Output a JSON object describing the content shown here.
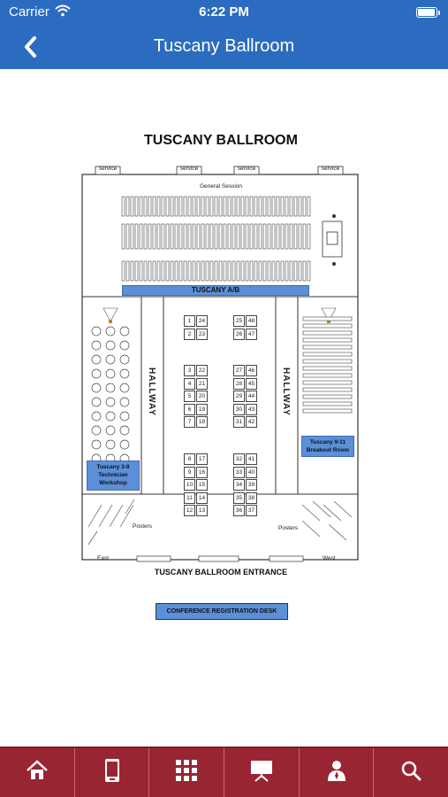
{
  "status_bar": {
    "carrier": "Carrier",
    "time": "6:22 PM"
  },
  "nav": {
    "title": "Tuscany Ballroom",
    "back_icon": "chevron-left-icon"
  },
  "floor_plan": {
    "title": "TUSCANY BALLROOM",
    "service_labels": [
      "service",
      "service",
      "service",
      "service"
    ],
    "general_session": "General Session",
    "tuscany_ab": "TUSCANY A/B",
    "hallway_left": "HALLWAY",
    "hallway_right": "HALLWAY",
    "tuscany_3_8": "Tuscany 3-8 Technician Workshop",
    "tuscany_9_11": "Tuscany 9-11 Breakout Room",
    "posters_left": "Posters",
    "posters_right": "Posters",
    "east": "East",
    "west": "West",
    "entrance": "TUSCANY BALLROOM ENTRANCE",
    "registration_desk": "CONFERENCE REGISTRATION DESK",
    "booth_blocks": [
      {
        "left": [
          1,
          2
        ],
        "right": [
          24,
          23
        ]
      },
      {
        "left": [
          25,
          26
        ],
        "right": [
          48,
          47
        ]
      },
      {
        "left": [
          3,
          4,
          5,
          6,
          7
        ],
        "right": [
          22,
          21,
          20,
          19,
          18
        ]
      },
      {
        "left": [
          27,
          28,
          29,
          30,
          31
        ],
        "right": [
          46,
          45,
          44,
          43,
          42
        ]
      },
      {
        "left": [
          8,
          9,
          10,
          11,
          12
        ],
        "right": [
          17,
          16,
          15,
          14,
          13
        ]
      },
      {
        "left": [
          32,
          33,
          34,
          35,
          36
        ],
        "right": [
          41,
          40,
          39,
          38,
          37
        ]
      }
    ]
  },
  "tabs": [
    {
      "icon": "home-icon"
    },
    {
      "icon": "mobile-device-icon"
    },
    {
      "icon": "grid-icon"
    },
    {
      "icon": "presentation-icon"
    },
    {
      "icon": "speaker-person-icon"
    },
    {
      "icon": "search-icon"
    }
  ],
  "colors": {
    "header_blue": "#2b6cc0",
    "tab_red": "#9a2532",
    "room_blue": "#5b8fd8"
  }
}
